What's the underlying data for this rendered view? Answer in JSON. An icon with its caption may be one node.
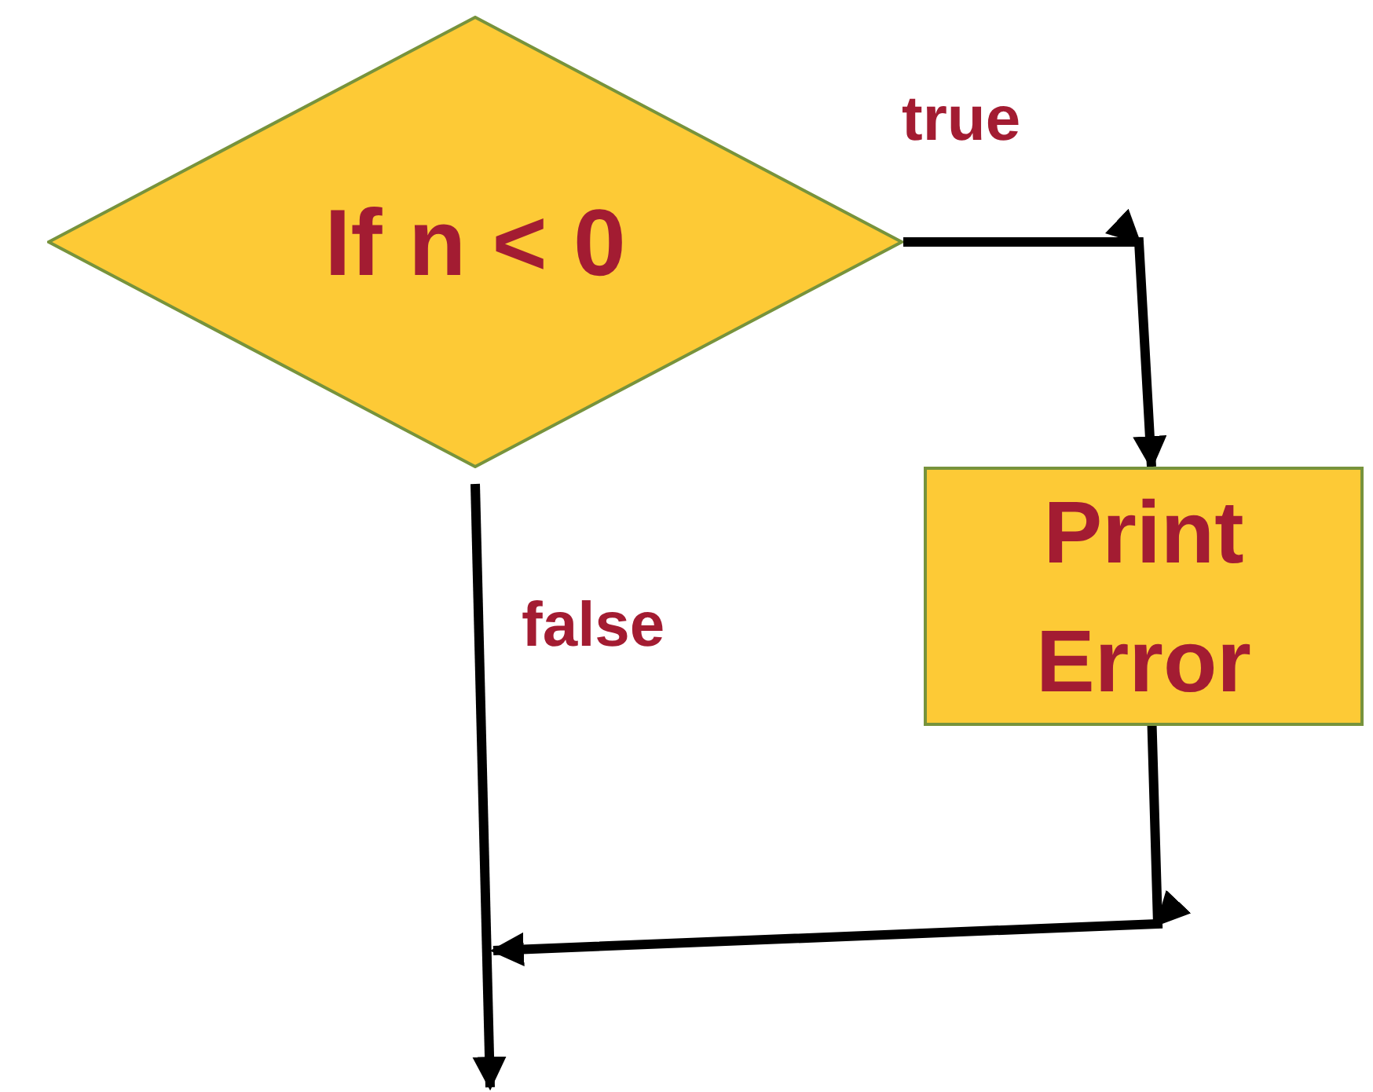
{
  "diagram": {
    "nodes": [
      {
        "text": [
          "If n < 0"
        ]
      },
      {
        "text": [
          "Print Error"
        ]
      }
    ],
    "edges": [
      {
        "from": 0,
        "to": 1,
        "arrow": "to",
        "label": "true"
      },
      {
        "from": 0,
        "to": null,
        "arrow": "to",
        "label": "false"
      },
      {
        "from": 1,
        "to": null,
        "arrow": "to"
      }
    ]
  }
}
